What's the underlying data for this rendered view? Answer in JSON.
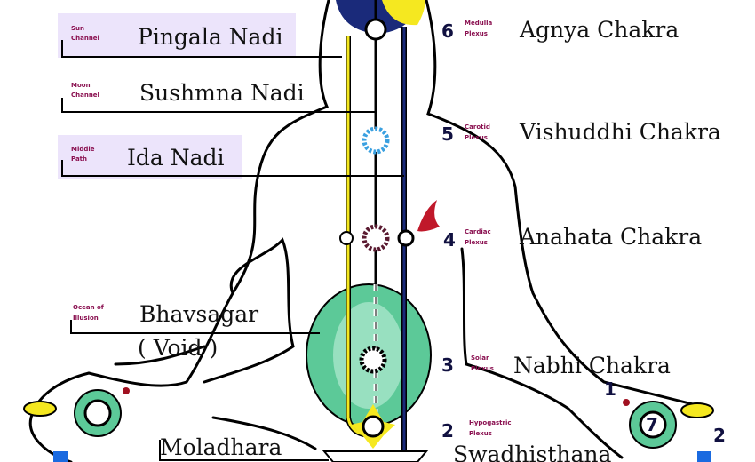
{
  "colors": {
    "label_bg": "#ece4fb",
    "pingala": "#f5e820",
    "sushumna": "#1a2a7a",
    "void": "#5cc998",
    "plexus_text": "#8a1050"
  },
  "nadis": [
    {
      "sub1": "Sun",
      "sub2": "Channel",
      "name": "Pingala Nadi"
    },
    {
      "sub1": "Moon",
      "sub2": "Channel",
      "name": "Sushmna Nadi"
    },
    {
      "sub1": "Middle",
      "sub2": "Path",
      "name": "Ida Nadi"
    }
  ],
  "chakras": [
    {
      "num": "6",
      "sub1": "Medulla",
      "sub2": "Plexus",
      "name": "Agnya Chakra"
    },
    {
      "num": "5",
      "sub1": "Carotid",
      "sub2": "Plexus",
      "name": "Vishuddhi Chakra"
    },
    {
      "num": "4",
      "sub1": "Cardiac",
      "sub2": "Plexus",
      "name": "Anahata Chakra"
    },
    {
      "num": "3",
      "sub1": "Solar",
      "sub2": "Plexus",
      "name": "Nabhi Chakra"
    },
    {
      "num": "2",
      "sub1": "Hypogastric",
      "sub2": "Plexus",
      "name": "Swadhisthana"
    }
  ],
  "void": {
    "sub1": "Ocean of",
    "sub2": "Illusion",
    "name": "Bhavsagar",
    "sub": "( Void )"
  },
  "moladhara": "Moladhara",
  "hand": {
    "n1": "1",
    "n2": "2",
    "n7": "7"
  }
}
